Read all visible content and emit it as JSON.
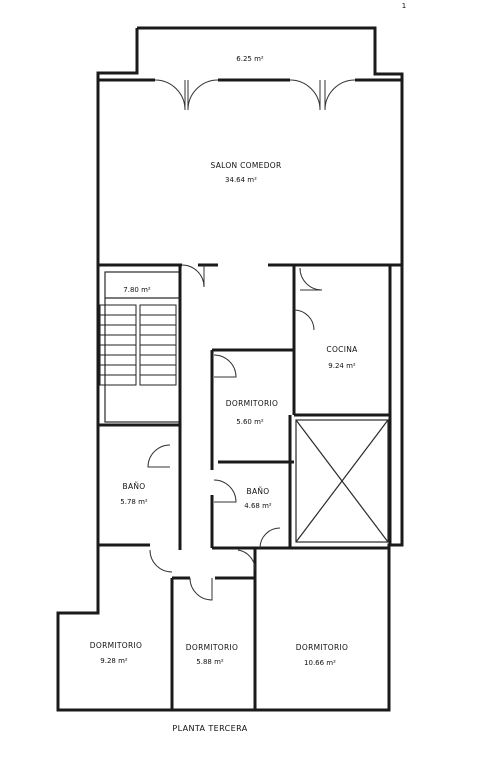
{
  "plan": {
    "title": "PLANTA TERCERA",
    "page_mark": "1",
    "rooms": [
      {
        "id": "terraza",
        "area": "6.25 m²"
      },
      {
        "id": "salon",
        "name": "SALON COMEDOR",
        "area": "34.64 m²"
      },
      {
        "id": "escalera",
        "area": "7.80 m²"
      },
      {
        "id": "cocina",
        "name": "COCINA",
        "area": "9.24 m²"
      },
      {
        "id": "dorm1",
        "name": "DORMITORIO",
        "area": "5.60 m²"
      },
      {
        "id": "bano1",
        "name": "BAÑO",
        "area": "5.78 m²"
      },
      {
        "id": "bano2",
        "name": "BAÑO",
        "area": "4.68 m²"
      },
      {
        "id": "dorm2",
        "name": "DORMITORIO",
        "area": "9.28 m²"
      },
      {
        "id": "dorm3",
        "name": "DORMITORIO",
        "area": "5.88 m²"
      },
      {
        "id": "dorm4",
        "name": "DORMITORIO",
        "area": "10.66 m²"
      }
    ]
  }
}
